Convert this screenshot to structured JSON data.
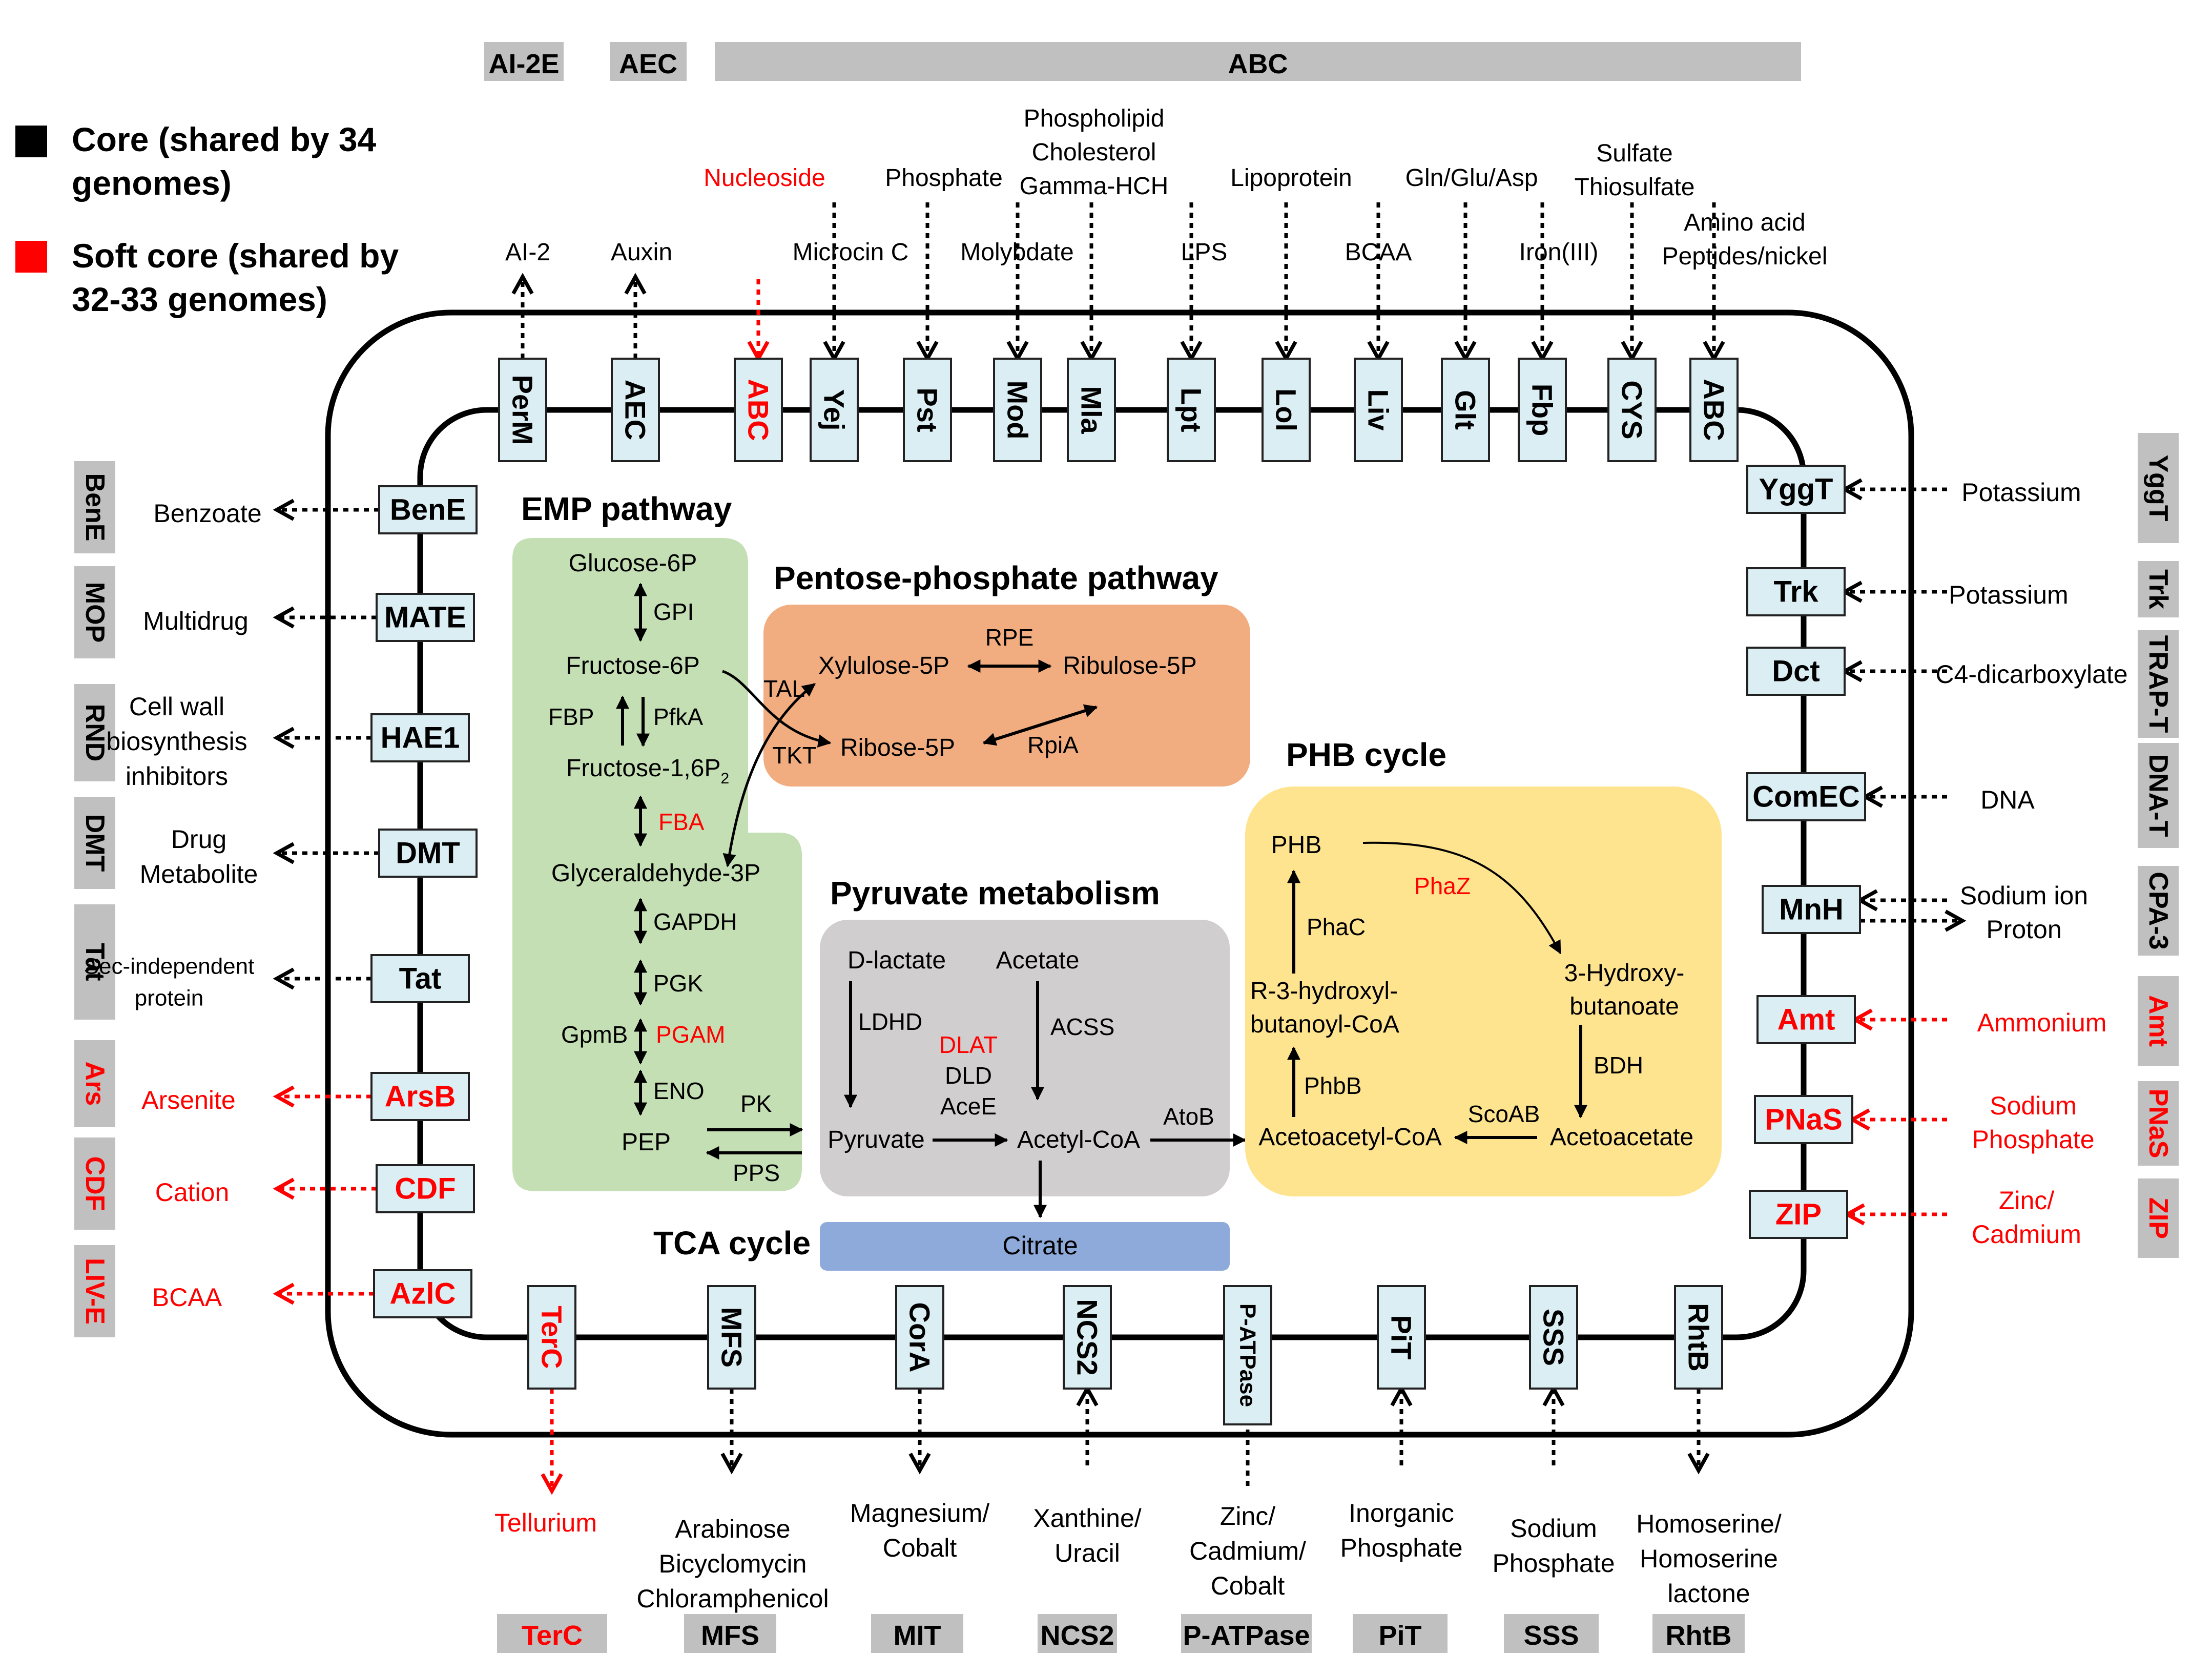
{
  "colors": {
    "core": "#000000",
    "soft_core": "#ff0000",
    "family_box": "#c0c0c0",
    "transporter_fill": "#dbeef3",
    "emp_fill": "#c4dfb3",
    "ppp_fill": "#f1ad80",
    "pyruvate_fill": "#d0cece",
    "phb_fill": "#ffe48f",
    "tca_fill": "#8eaadb"
  },
  "legend": {
    "core_line1": "Core (shared by 34",
    "core_line2": "genomes)",
    "soft_line1": "Soft core (shared by",
    "soft_line2": "32-33 genomes)"
  },
  "families": {
    "top": [
      {
        "label": "AI-2E",
        "color": "black"
      },
      {
        "label": "AEC",
        "color": "black"
      },
      {
        "label": "ABC",
        "color": "black"
      }
    ],
    "left": [
      {
        "label": "BenE",
        "color": "black"
      },
      {
        "label": "MOP",
        "color": "black"
      },
      {
        "label": "RND",
        "color": "black"
      },
      {
        "label": "DMT",
        "color": "black"
      },
      {
        "label": "Tat",
        "color": "black"
      },
      {
        "label": "Ars",
        "color": "red"
      },
      {
        "label": "CDF",
        "color": "red"
      },
      {
        "label": "LIV-E",
        "color": "red"
      }
    ],
    "right": [
      {
        "label": "YggT",
        "color": "black"
      },
      {
        "label": "Trk",
        "color": "black"
      },
      {
        "label": "TRAP-T",
        "color": "black"
      },
      {
        "label": "DNA-T",
        "color": "black"
      },
      {
        "label": "CPA-3",
        "color": "black"
      },
      {
        "label": "Amt",
        "color": "red"
      },
      {
        "label": "PNaS",
        "color": "red"
      },
      {
        "label": "ZIP",
        "color": "red"
      }
    ],
    "bottom": [
      {
        "label": "TerC",
        "color": "red"
      },
      {
        "label": "MFS",
        "color": "black"
      },
      {
        "label": "MIT",
        "color": "black"
      },
      {
        "label": "NCS2",
        "color": "black"
      },
      {
        "label": "P-ATPase",
        "color": "black"
      },
      {
        "label": "PiT",
        "color": "black"
      },
      {
        "label": "SSS",
        "color": "black"
      },
      {
        "label": "RhtB",
        "color": "black"
      }
    ]
  },
  "transporters": {
    "top": [
      {
        "label": "PerM",
        "color": "black",
        "direction": "out",
        "substrate": [
          "AI-2"
        ]
      },
      {
        "label": "AEC",
        "color": "black",
        "direction": "out",
        "substrate": [
          "Auxin"
        ]
      },
      {
        "label": "ABC",
        "color": "red",
        "direction": "in",
        "substrate": [
          "Nucleoside"
        ]
      },
      {
        "label": "Yej",
        "color": "black",
        "direction": "in",
        "substrate": [
          "Microcin C"
        ]
      },
      {
        "label": "Pst",
        "color": "black",
        "direction": "in",
        "substrate": [
          "Phosphate"
        ]
      },
      {
        "label": "Mod",
        "color": "black",
        "direction": "in",
        "substrate": [
          "Molybdate"
        ]
      },
      {
        "label": "Mla",
        "color": "black",
        "direction": "in",
        "substrate": [
          "Phospholipid",
          "Cholesterol",
          "Gamma-HCH"
        ]
      },
      {
        "label": "Lpt",
        "color": "black",
        "direction": "in",
        "substrate": [
          "LPS"
        ]
      },
      {
        "label": "Lol",
        "color": "black",
        "direction": "in",
        "substrate": [
          "Lipoprotein"
        ]
      },
      {
        "label": "Liv",
        "color": "black",
        "direction": "in",
        "substrate": [
          "BCAA"
        ]
      },
      {
        "label": "Glt",
        "color": "black",
        "direction": "in",
        "substrate": [
          "Gln/Glu/Asp"
        ]
      },
      {
        "label": "Fbp",
        "color": "black",
        "direction": "in",
        "substrate": [
          "Iron(III)"
        ]
      },
      {
        "label": "CYS",
        "color": "black",
        "direction": "in",
        "substrate": [
          "Sulfate",
          "Thiosulfate"
        ]
      },
      {
        "label": "ABC",
        "color": "black",
        "direction": "in",
        "substrate": [
          "Amino acid",
          "Peptides/nickel"
        ]
      }
    ],
    "left": [
      {
        "label": "BenE",
        "color": "black",
        "substrate": [
          "Benzoate"
        ]
      },
      {
        "label": "MATE",
        "color": "black",
        "substrate": [
          "Multidrug"
        ]
      },
      {
        "label": "HAE1",
        "color": "black",
        "substrate": [
          "Cell wall",
          "biosynthesis",
          "inhibitors"
        ]
      },
      {
        "label": "DMT",
        "color": "black",
        "substrate": [
          "Drug",
          "Metabolite"
        ]
      },
      {
        "label": "Tat",
        "color": "black",
        "substrate": [
          "Sec-independent",
          "protein"
        ]
      },
      {
        "label": "ArsB",
        "color": "red",
        "substrate": [
          "Arsenite"
        ]
      },
      {
        "label": "CDF",
        "color": "red",
        "substrate": [
          "Cation"
        ]
      },
      {
        "label": "AzlC",
        "color": "red",
        "substrate": [
          "BCAA"
        ]
      }
    ],
    "right": [
      {
        "label": "YggT",
        "color": "black",
        "substrate": [
          "Potassium"
        ]
      },
      {
        "label": "Trk",
        "color": "black",
        "substrate": [
          "Potassium"
        ]
      },
      {
        "label": "Dct",
        "color": "black",
        "substrate": [
          "C4-dicarboxylate"
        ]
      },
      {
        "label": "ComEC",
        "color": "black",
        "substrate": [
          "DNA"
        ]
      },
      {
        "label": "MnH",
        "color": "black",
        "substrate": [
          "Sodium ion",
          "Proton"
        ]
      },
      {
        "label": "Amt",
        "color": "red",
        "substrate": [
          "Ammonium"
        ]
      },
      {
        "label": "PNaS",
        "color": "red",
        "substrate": [
          "Sodium",
          "Phosphate"
        ]
      },
      {
        "label": "ZIP",
        "color": "red",
        "substrate": [
          "Zinc/",
          "Cadmium"
        ]
      }
    ],
    "bottom": [
      {
        "label": "TerC",
        "color": "red",
        "direction": "out",
        "substrate": [
          "Tellurium"
        ]
      },
      {
        "label": "MFS",
        "color": "black",
        "direction": "out",
        "substrate": [
          "Arabinose",
          "Bicyclomycin",
          "Chloramphenicol"
        ]
      },
      {
        "label": "CorA",
        "color": "black",
        "direction": "out",
        "substrate": [
          "Magnesium/",
          "Cobalt"
        ]
      },
      {
        "label": "NCS2",
        "color": "black",
        "direction": "in",
        "substrate": [
          "Xanthine/",
          "Uracil"
        ]
      },
      {
        "label": "P-ATPase",
        "color": "black",
        "direction": "in",
        "substrate": [
          "Zinc/",
          "Cadmium/",
          "Cobalt"
        ]
      },
      {
        "label": "PiT",
        "color": "black",
        "direction": "in",
        "substrate": [
          "Inorganic",
          "Phosphate"
        ]
      },
      {
        "label": "SSS",
        "color": "black",
        "direction": "in",
        "substrate": [
          "Sodium",
          "Phosphate"
        ]
      },
      {
        "label": "RhtB",
        "color": "black",
        "direction": "out",
        "substrate": [
          "Homoserine/",
          "Homoserine",
          "lactone"
        ]
      }
    ]
  },
  "pathways": {
    "emp": {
      "title": "EMP pathway",
      "glucose6p": "Glucose-6P",
      "gpi": "GPI",
      "fructose6p": "Fructose-6P",
      "fbp": "FBP",
      "pfka": "PfkA",
      "fructose16p": "Fructose-1,6P",
      "fructose16p_sub": "2",
      "fba": "FBA",
      "g3p": "Glyceraldehyde-3P",
      "gapdh": "GAPDH",
      "pgk": "PGK",
      "gpmb": "GpmB",
      "pgam": "PGAM",
      "eno": "ENO",
      "pep": "PEP",
      "pk": "PK",
      "pps": "PPS"
    },
    "ppp": {
      "title": "Pentose-phosphate pathway",
      "xylulose5p": "Xylulose-5P",
      "rpe": "RPE",
      "ribulose5p": "Ribulose-5P",
      "tal": "TAL",
      "tkt": "TKT",
      "ribose5p": "Ribose-5P",
      "rpia": "RpiA"
    },
    "pyruvate": {
      "title": "Pyruvate metabolism",
      "dlactate": "D-lactate",
      "acetate": "Acetate",
      "ldhd": "LDHD",
      "acss": "ACSS",
      "dlat": "DLAT",
      "dld": "DLD",
      "acee": "AceE",
      "pyruvate": "Pyruvate",
      "acetylcoa": "Acetyl-CoA",
      "atob": "AtoB"
    },
    "phb": {
      "title": "PHB cycle",
      "phb": "PHB",
      "phaz": "PhaZ",
      "phac": "PhaC",
      "r3_line1": "R-3-hydroxyl-",
      "r3_line2": "butanoyl-CoA",
      "h3_line1": "3-Hydroxy-",
      "h3_line2": "butanoate",
      "bdh": "BDH",
      "phbb": "PhbB",
      "scoab": "ScoAB",
      "acetoacetylcoa": "Acetoacetyl-CoA",
      "acetoacetate": "Acetoacetate"
    },
    "tca": {
      "title": "TCA cycle",
      "citrate": "Citrate"
    }
  }
}
